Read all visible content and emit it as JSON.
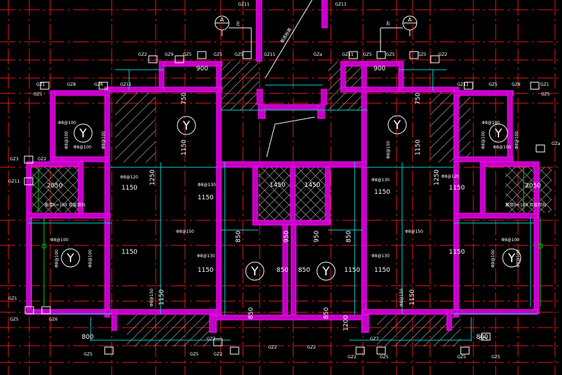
{
  "colors": {
    "background": "#000000",
    "grid_red": "#e01a1a",
    "wall_magenta": "#ff00ff",
    "wall_fill": "#c400c4",
    "cyan": "#00d2d2",
    "white": "#ffffff",
    "green": "#00c800",
    "yellow": "#ffff00"
  },
  "section_marks": [
    {
      "label": "A",
      "side": "左"
    },
    {
      "label": "A",
      "side": "右"
    }
  ],
  "direction_text": "板底标高",
  "labels": {
    "gz11": "GZ11",
    "gz5": "GZ5",
    "gz9": "GZ9",
    "gz8": "GZ8",
    "gz1": "GZ1",
    "gz3": "GZ3",
    "gz2": "GZ2",
    "gz6": "GZ6",
    "gz7": "GZ7",
    "gz2a": "GZa"
  },
  "dims": {
    "d900": "900",
    "d750": "750",
    "d1150": "1150",
    "d2050": "2050",
    "d1450": "1450",
    "d1250": "1250",
    "d850": "850",
    "d950": "950",
    "d1200": "1200",
    "d800": "800"
  },
  "rebars": {
    "r8_100": "Φ8@100",
    "r8_130": "Φ8@130",
    "r8_150": "Φ8@150",
    "r8_120": "Φ8@120"
  },
  "slab_mark": "Y",
  "stair_note": "板厚h=100 双层双向"
}
